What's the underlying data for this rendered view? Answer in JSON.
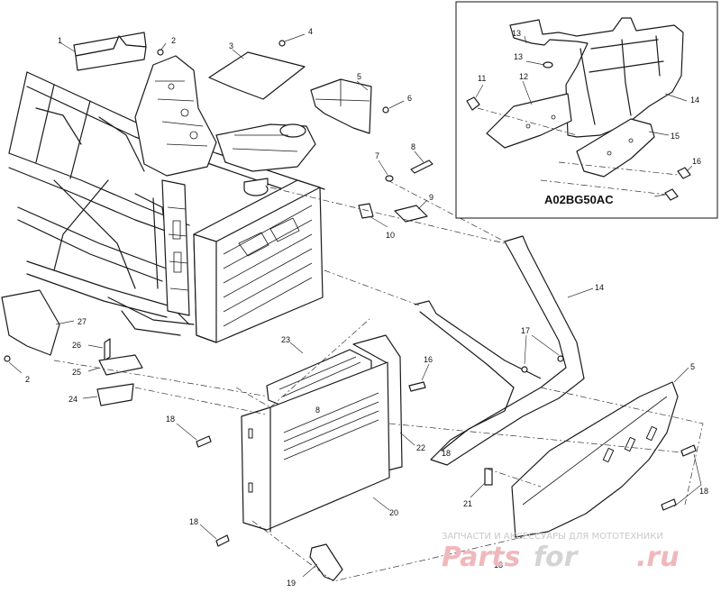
{
  "diagram": {
    "inset_code": "A02BG50AC",
    "watermark_line": "ЗАПЧАСТИ И АКСЕССУАРЫ ДЛЯ МОТОТЕХНИКИ",
    "watermark_brand_a": "Parts",
    "watermark_brand_b": "for",
    "watermark_brand_c": ".ru"
  },
  "callouts": {
    "c1": "1",
    "c2": "2",
    "c3": "3",
    "c4": "4",
    "c5": "5",
    "c6": "6",
    "c7": "7",
    "c8": "8",
    "c9": "9",
    "c10": "10",
    "c14": "14",
    "c17": "17",
    "c16": "16",
    "c18a": "18",
    "c23": "23",
    "c8b": "8",
    "c22": "22",
    "c5b": "5",
    "c18b": "18",
    "c21": "21",
    "c20": "20",
    "c18c": "18",
    "c19": "19",
    "c18d": "18",
    "c18e": "18",
    "c27": "27",
    "c26": "26",
    "c25": "25",
    "c24": "24",
    "c2b": "2"
  },
  "inset_callouts": {
    "i13": "13",
    "i11": "11",
    "i12": "12",
    "i14": "14",
    "i15": "15",
    "i16": "16",
    "i13b": "13"
  }
}
